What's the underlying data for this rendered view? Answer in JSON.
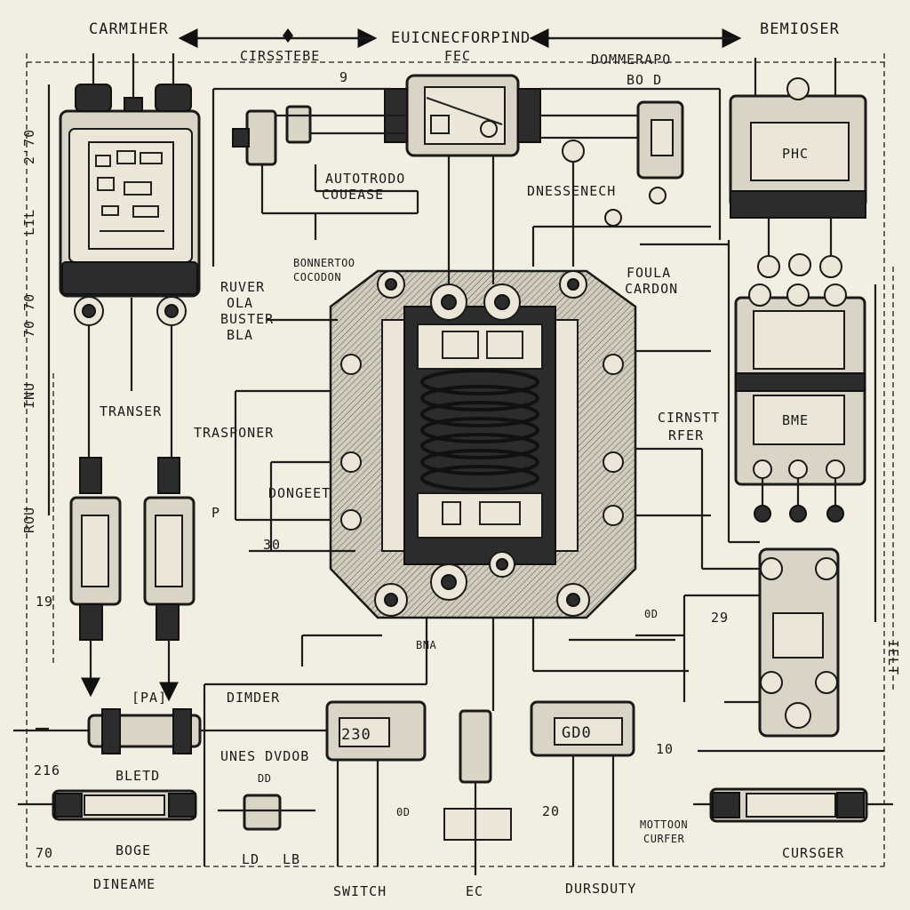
{
  "labels": {
    "top_left": "CARMIHER",
    "top_center": "EUICNECFORPIND",
    "top_right": "BEMIOSER",
    "cirsstebe": "CIRSSTEBE",
    "fec": "FEC",
    "dommerapo": "DOMMERAPO",
    "num_9": "9",
    "bo_d": "BO D",
    "left_270": "2'70",
    "left_lil": "LIL",
    "left_70": "70 70",
    "left_inu": "INU",
    "left_rou": "ROU",
    "left_19": "19",
    "left_216": "216",
    "left_70b": "70",
    "dim_label": "DINEAME",
    "autotrodo": "AUTOTRODO",
    "couease": "COUEASE",
    "dnessenech": "DNESSENECH",
    "fouran": "FOULA",
    "cardon": "CARDON",
    "bonnertoo": "BONNERTOO",
    "cocodon": "COCODON",
    "ruver": "RUVER",
    "ola": "OLA",
    "buster": "BUSTER",
    "bla": "BLA",
    "transer": "TRANSER",
    "trasponer": "TRASPONER",
    "dongeet": "DONGEET",
    "p": "P",
    "n30": "30",
    "cirnstrfer_1": "CIRNSTT",
    "cirnstrfer_2": "RFER",
    "pnc": "PHC",
    "bme": "BME",
    "n29": "29",
    "n0d": "0D",
    "bna": "BNA",
    "dimder": "DIMDER",
    "pal": "[PA]",
    "bletd": "BLETD",
    "unes_dvdob": "UNES DVDOB",
    "dd": "DD",
    "boge": "BOGE",
    "ld": "LD",
    "lb": "LB",
    "sw_230": "230",
    "sw_gd0": "GD0",
    "n10": "10",
    "n20": "20",
    "n0d2": "0D",
    "switch": "SWITCH",
    "ec": "EC",
    "dursduty": "DURSDUTY",
    "mottoon": "MOTTOON",
    "curfer": "CURFER",
    "cursger": "CURSGER",
    "right_label": "IELT"
  }
}
